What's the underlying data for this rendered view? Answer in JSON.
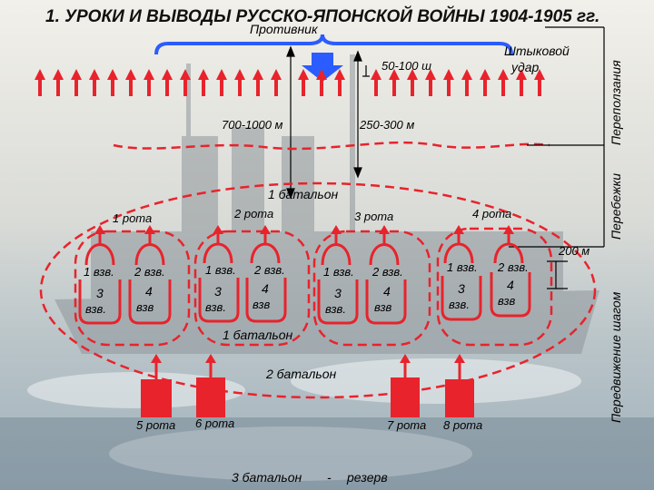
{
  "title": "1. УРОКИ И ВЫВОДЫ РУССКО-ЯПОНСКОЙ ВОЙНЫ 1904-1905 гг.",
  "enemy": "Противник",
  "bayonet_line1": "Штыковой",
  "bayonet_line2": "удар",
  "dist_50_100": "50-100 ш",
  "dist_700_1000": "700-1000 м",
  "dist_250_300": "250-300 м",
  "battalion1_top": "1 батальон",
  "rota1": "1 рота",
  "rota2": "2 рота",
  "rota3": "3 рота",
  "rota4": "4 рота",
  "dist_200": "200 м",
  "vzv1": "1 взв.",
  "vzv2": "2 взв.",
  "vzv3a": "3",
  "vzv3b": "взв.",
  "vzv4a": "4",
  "vzv4b": "взв",
  "battalion1_bottom": "1 батальон",
  "battalion2": "2 батальон",
  "rota5": "5 рота",
  "rota6": "6 рота",
  "rota7": "7 рота",
  "rota8": "8 рота",
  "battalion3": "3 батальон",
  "dash": "-",
  "reserve": "резерв",
  "side_crawl": "Переползания",
  "side_dash": "Перебежки",
  "side_step": "Передвижение шагом",
  "colors": {
    "red": "#e8232c",
    "blue": "#2b5cff",
    "sea": "#aab9c4"
  }
}
